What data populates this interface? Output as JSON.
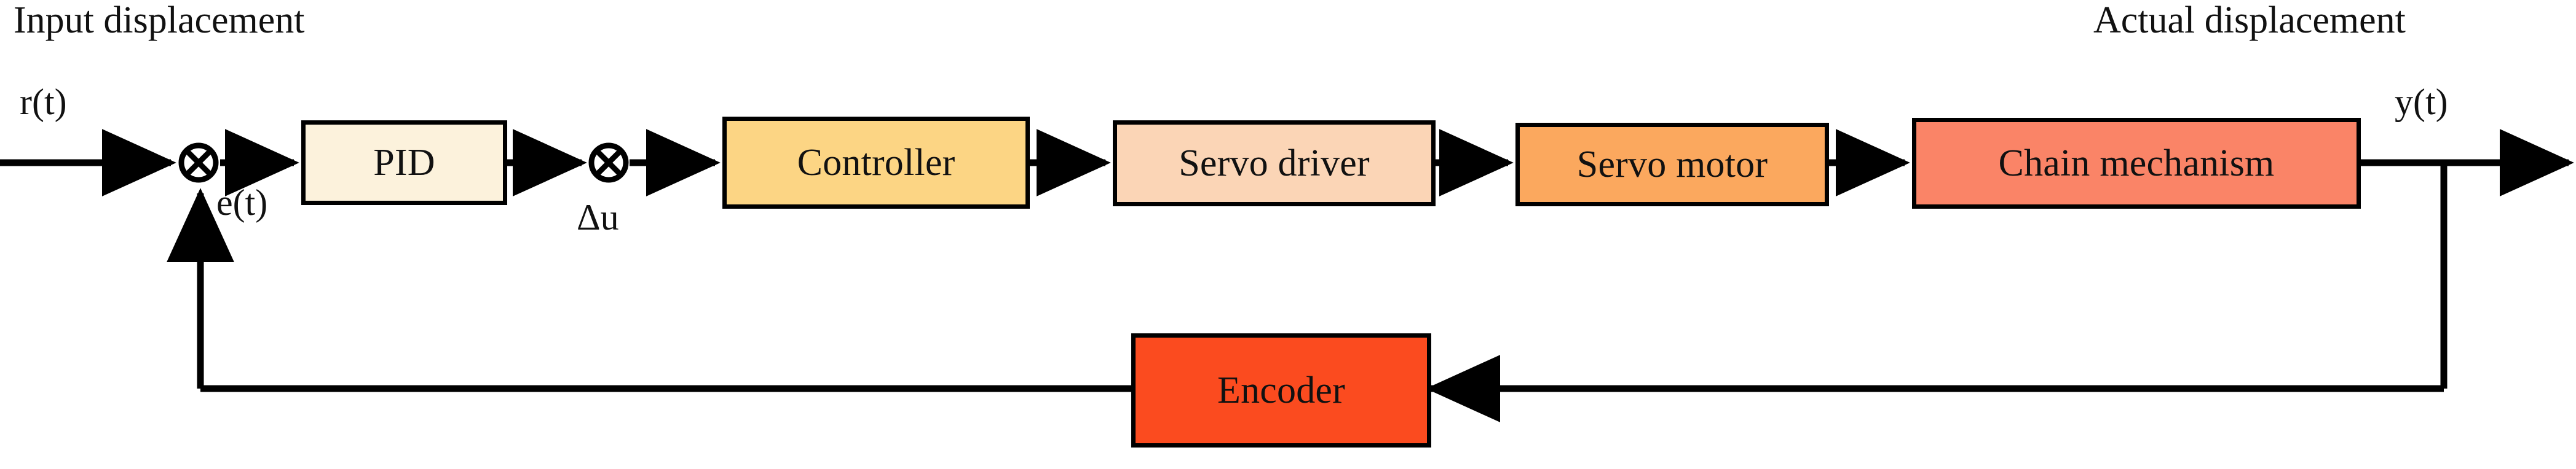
{
  "diagram": {
    "title_left": "Input displacement",
    "title_right": "Actual displacement",
    "signals": {
      "input": "r(t)",
      "error": "e(t)",
      "delta_u": "Δu",
      "output": "y(t)"
    },
    "blocks": [
      {
        "id": "pid",
        "label": "PID",
        "color": "#fcf2dc"
      },
      {
        "id": "ctrl",
        "label": "Controller",
        "color": "#fcd584"
      },
      {
        "id": "driver",
        "label": "Servo driver",
        "color": "#fbd5b6"
      },
      {
        "id": "motor",
        "label": "Servo motor",
        "color": "#fba85e"
      },
      {
        "id": "chain",
        "label": "Chain mechanism",
        "color": "#fa8467"
      },
      {
        "id": "enc",
        "label": "Encoder",
        "color": "#fb4b1f"
      }
    ],
    "junctions": [
      {
        "id": "sum1",
        "glyph": "cross-circle"
      },
      {
        "id": "sum2",
        "glyph": "cross-circle"
      }
    ],
    "stroke_color": "#000000",
    "background": "#ffffff"
  }
}
